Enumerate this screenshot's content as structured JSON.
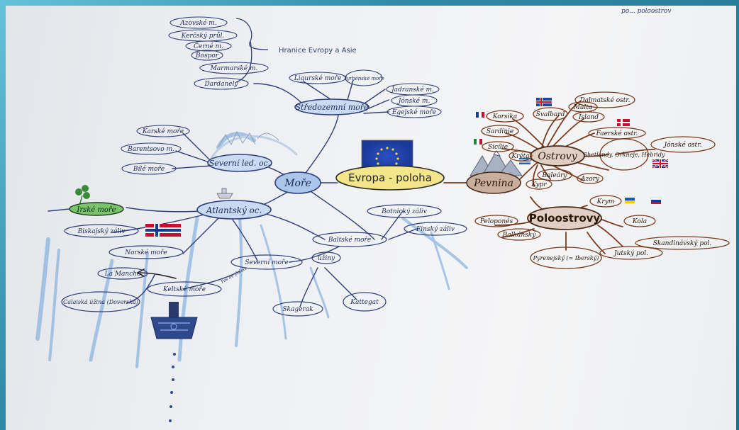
{
  "center": "Evropa - poloha",
  "top_right_scrawl": "po... poloostrov",
  "seas": {
    "label": "Moře",
    "border_title": "Hranice Evropy a Asie",
    "border_items": [
      "Azovské m.",
      "Kerčský průl.",
      "Černé m.",
      "Bospor",
      "Marmarské m.",
      "Dardanely"
    ],
    "mediterranean": {
      "label": "Středozemní moře",
      "items": [
        "Ligurské moře",
        "Tyrhénské moře",
        "Jadranské m.",
        "Jónské m.",
        "Egejské moře"
      ]
    },
    "arctic": {
      "label": "Severní led. oc.",
      "items": [
        "Karské moře",
        "Barentsovo m.",
        "Bílé moře"
      ]
    },
    "atlantic": {
      "label": "Atlantský oc.",
      "irish_sea": "Irské moře",
      "items": [
        "Biskajský záliv",
        "Norské moře",
        "La Manche",
        "Calaiská úžina (Doverská)",
        "Keltské moře",
        "Severní moře",
        "Baltské moře",
        "Botnický záliv",
        "Finský záliv",
        "úžiny",
        "Skagerak",
        "Kattegat",
        "Pas de Calais"
      ]
    }
  },
  "land": {
    "label": "Pevnina",
    "islands": {
      "label": "Ostrovy",
      "items": [
        "Dalmatské ostr.",
        "Malta",
        "Island",
        "Svalbard",
        "Korsika",
        "Sardinie",
        "Sicílie",
        "Kréta",
        "Faerské ostr.",
        "Jónské ostr.",
        "Shetlandy, Orkneje, Hebridy",
        "Baleáry",
        "Azory",
        "Kypr"
      ]
    },
    "peninsulas": {
      "label": "Poloostrovy",
      "items": [
        "Krym",
        "Kola",
        "Peloponés",
        "Balkánský",
        "Skandinávský pol.",
        "Pyrenejský (= Iberský)",
        "Jutský pol."
      ]
    }
  },
  "colors": {
    "blue": "#2a4aa0",
    "brown": "#7a3a1c",
    "yellow": "#f2e58a",
    "green": "#3aa04a"
  }
}
